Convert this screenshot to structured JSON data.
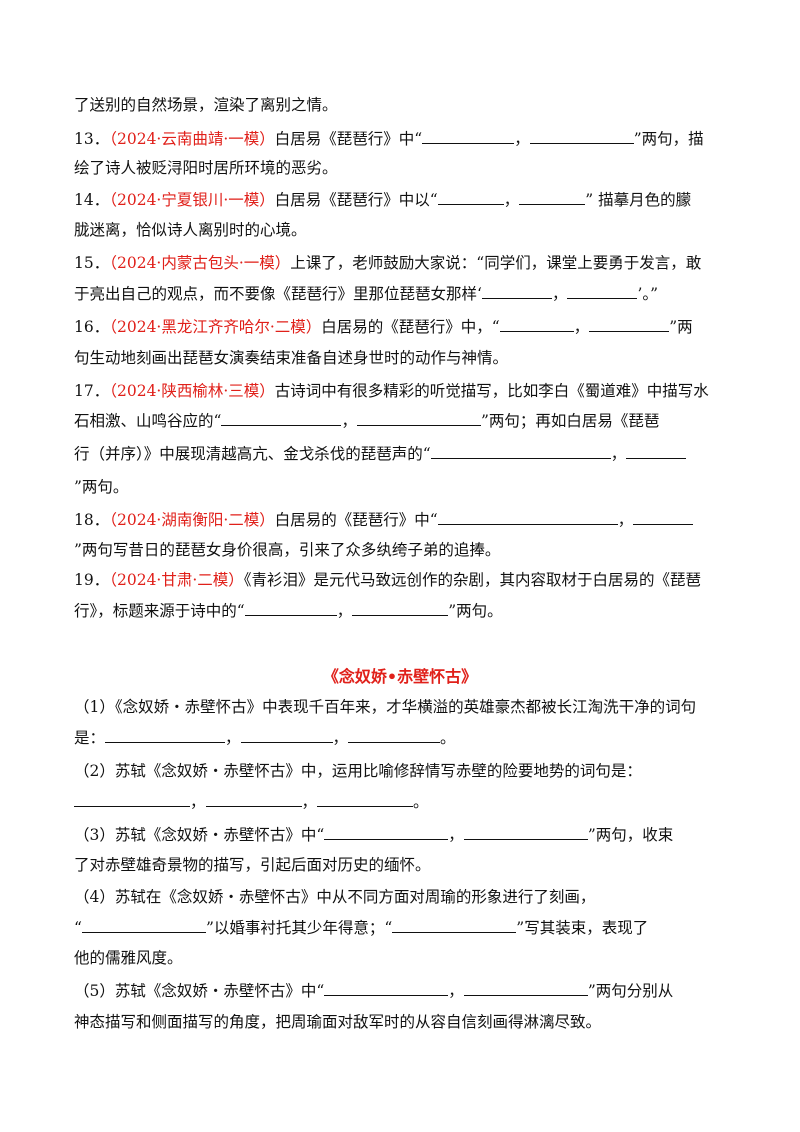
{
  "q12_tail": "了送别的自然场景，渲染了离别之情。",
  "q13": {
    "num": "13．",
    "src": "（2024·云南曲靖·一模）",
    "a": "白居易《琵琶行》中“",
    "b": "，",
    "c": "”两句，描",
    "line2": "绘了诗人被贬浔阳时居所环境的恶劣。"
  },
  "q14": {
    "num": "14．",
    "src": "（2024·宁夏银川·一模）",
    "a": "白居易《琵琶行》中以“",
    "b": "，",
    "c": "”  描摹月色的朦",
    "line2": "胧迷离，恰似诗人离别时的心境。"
  },
  "q15": {
    "num": "15．",
    "src": "（2024·内蒙古包头·一模）",
    "a": "上课了，老师鼓励大家说：“同学们，课堂上要勇于发言，敢",
    "line2a": "于亮出自己的观点，而不要像《琵琶行》里那位琵琶女那样‘",
    "b": "，",
    "c": "’。”"
  },
  "q16": {
    "num": "16．",
    "src": "（2024·黑龙江齐齐哈尔·二模）",
    "a": "白居易的《琵琶行》中，“",
    "b": "，",
    "c": "”两",
    "line2": "句生动地刻画出琵琶女演奏结束准备自述身世时的动作与神情。"
  },
  "q17": {
    "num": "17．",
    "src": "（2024·陕西榆林·三模）",
    "a": "古诗词中有很多精彩的听觉描写，比如李白《蜀道难》中描写水",
    "line2a": "石相激、山鸣谷应的“",
    "b": "，",
    "c": "”两句；再如白居易《琵琶",
    "line3a": "行（并序）》中展现清越高亢、金戈杀伐的琵琶声的“",
    "d": "，",
    "line4": "”两句。"
  },
  "q18": {
    "num": "18．",
    "src": "（2024·湖南衡阳·二模）",
    "a": "白居易的《琵琶行》中“",
    "b": "，",
    "line2": "”两句写昔日的琵琶女身价很高，引来了众多纨绔子弟的追捧。"
  },
  "q19": {
    "num": "19．",
    "src": "（2024·甘肃·二模）",
    "a": "《青衫泪》是元代马致远创作的杂剧，其内容取材于白居易的《琵琶",
    "line2a": "行》，标题来源于诗中的“",
    "b": "，",
    "c": "”两句。"
  },
  "section_title": "《念奴娇•赤壁怀古》",
  "s1": {
    "a": "（1）《念奴娇・赤壁怀古》中表现千百年来，才华横溢的英雄豪杰都被长江淘洗干净的词句",
    "line2a": "是：",
    "b": "，",
    "c": "，",
    "d": "。"
  },
  "s2": {
    "a": "（2）苏轼《念奴娇・赤壁怀古》中，运用比喻修辞情写赤壁的险要地势的词句是：",
    "b": "，",
    "c": "，",
    "d": "。"
  },
  "s3": {
    "a": "（3）苏轼《念奴娇・赤壁怀古》中“",
    "b": "，",
    "c": "”两句，收束",
    "line2": "了对赤壁雄奇景物的描写，引起后面对历史的缅怀。"
  },
  "s4": {
    "a": "（4）苏轼在《念奴娇・赤壁怀古》中从不同方面对周瑜的形象进行了刻画，",
    "line2a": "“",
    "b": "”以婚事衬托其少年得意；“",
    "c": "”写其装束，表现了",
    "line3": "他的儒雅风度。"
  },
  "s5": {
    "a": "（5）苏轼《念奴娇・赤壁怀古》中“",
    "b": "，",
    "c": "”两句分别从",
    "line2": "神态描写和侧面描写的角度，把周瑜面对敌军时的从容自信刻画得淋漓尽致。"
  }
}
